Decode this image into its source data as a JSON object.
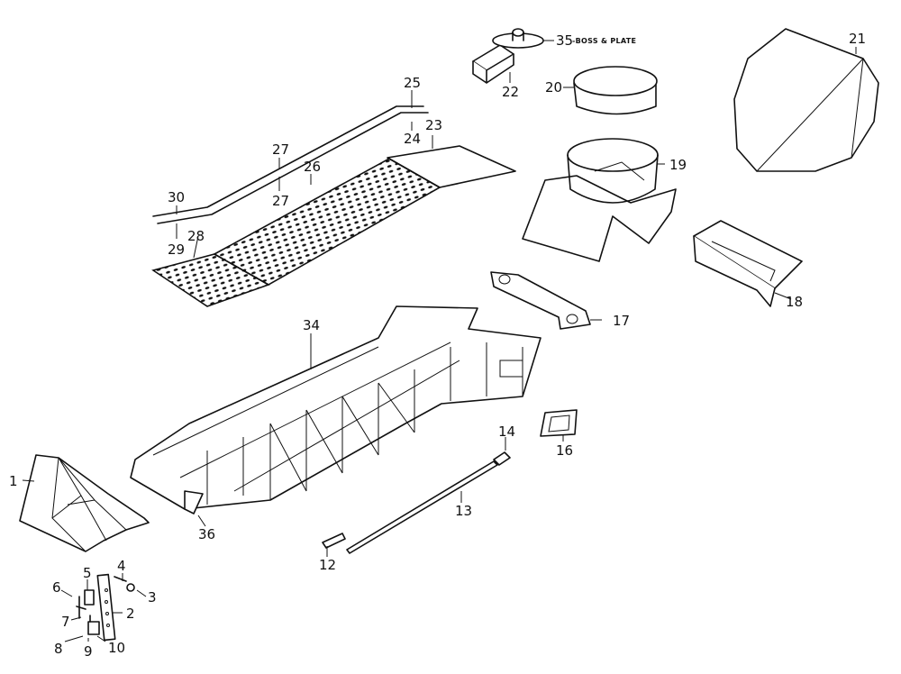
{
  "diagram": {
    "labels": [
      {
        "id": "1",
        "text": "1"
      },
      {
        "id": "2",
        "text": "2"
      },
      {
        "id": "3",
        "text": "3"
      },
      {
        "id": "4",
        "text": "4"
      },
      {
        "id": "5",
        "text": "5"
      },
      {
        "id": "6",
        "text": "6"
      },
      {
        "id": "7",
        "text": "7"
      },
      {
        "id": "8",
        "text": "8"
      },
      {
        "id": "9",
        "text": "9"
      },
      {
        "id": "10",
        "text": "10"
      },
      {
        "id": "12",
        "text": "12"
      },
      {
        "id": "13",
        "text": "13"
      },
      {
        "id": "14",
        "text": "14"
      },
      {
        "id": "16",
        "text": "16"
      },
      {
        "id": "17",
        "text": "17"
      },
      {
        "id": "18",
        "text": "18"
      },
      {
        "id": "19",
        "text": "19"
      },
      {
        "id": "20",
        "text": "20"
      },
      {
        "id": "21",
        "text": "21"
      },
      {
        "id": "22",
        "text": "22"
      },
      {
        "id": "23",
        "text": "23"
      },
      {
        "id": "24",
        "text": "24"
      },
      {
        "id": "25",
        "text": "25"
      },
      {
        "id": "26",
        "text": "26"
      },
      {
        "id": "27a",
        "text": "27"
      },
      {
        "id": "27b",
        "text": "27"
      },
      {
        "id": "28",
        "text": "28"
      },
      {
        "id": "29",
        "text": "29"
      },
      {
        "id": "30",
        "text": "30"
      },
      {
        "id": "34",
        "text": "34"
      },
      {
        "id": "35",
        "text": "35"
      },
      {
        "id": "36",
        "text": "36"
      }
    ],
    "annotation_35": "-BOSS & PLATE"
  }
}
